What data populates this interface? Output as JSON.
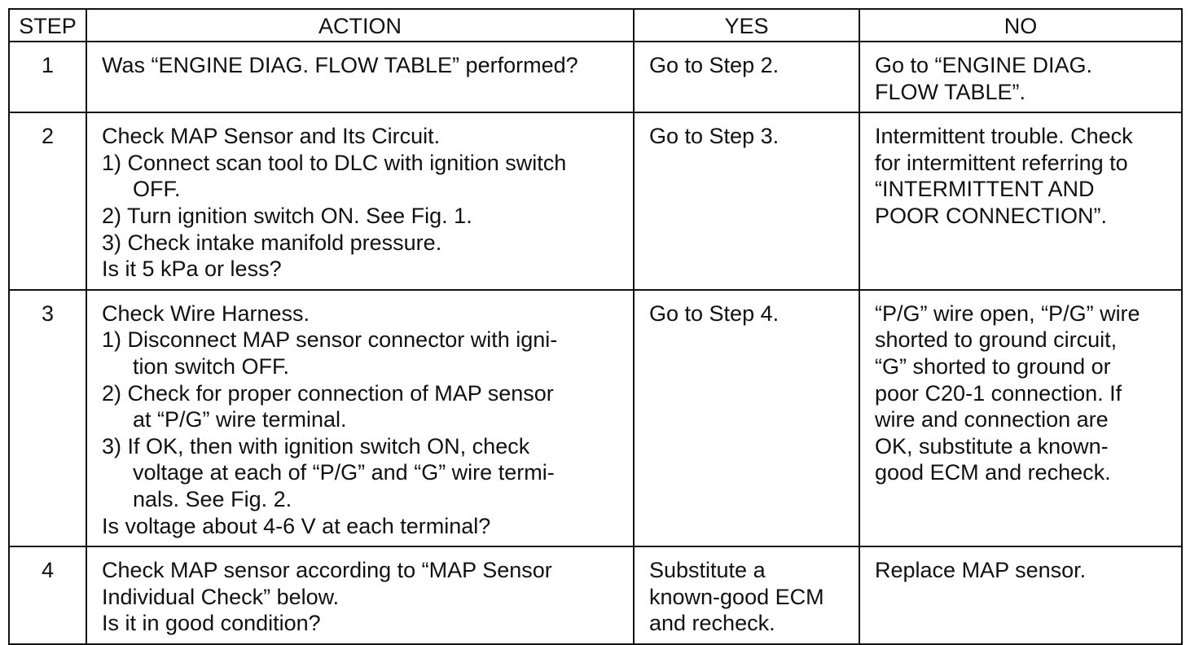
{
  "table": {
    "headers": {
      "step": "STEP",
      "action": "ACTION",
      "yes": "YES",
      "no": "NO"
    },
    "rows": [
      {
        "step": "1",
        "action": [
          {
            "kind": "text",
            "text": "Was “ENGINE DIAG. FLOW TABLE” performed?"
          }
        ],
        "yes": [
          "Go to Step 2."
        ],
        "no": [
          "Go to “ENGINE DIAG.",
          "FLOW TABLE”."
        ]
      },
      {
        "step": "2",
        "action": [
          {
            "kind": "text",
            "text": "Check MAP Sensor and Its Circuit."
          },
          {
            "kind": "sub",
            "text": "1)  Connect scan tool to DLC with ignition switch"
          },
          {
            "kind": "cont",
            "text": "OFF."
          },
          {
            "kind": "sub",
            "text": "2)  Turn ignition switch ON. See Fig. 1."
          },
          {
            "kind": "sub",
            "text": "3)  Check intake manifold pressure."
          },
          {
            "kind": "text",
            "text": "Is it 5 kPa or less?"
          }
        ],
        "yes": [
          "Go to Step 3."
        ],
        "no": [
          "Intermittent trouble. Check",
          "for intermittent referring to",
          "“INTERMITTENT AND",
          "POOR CONNECTION”."
        ]
      },
      {
        "step": "3",
        "action": [
          {
            "kind": "text",
            "text": "Check Wire Harness."
          },
          {
            "kind": "sub",
            "text": "1)  Disconnect MAP sensor connector with igni-"
          },
          {
            "kind": "cont",
            "text": "tion switch OFF."
          },
          {
            "kind": "sub",
            "text": "2)  Check for proper connection of MAP sensor"
          },
          {
            "kind": "cont",
            "text": "at “P/G” wire terminal."
          },
          {
            "kind": "sub",
            "text": "3)  If OK, then with ignition switch ON, check"
          },
          {
            "kind": "cont",
            "text": "voltage at each of “P/G” and “G” wire termi-"
          },
          {
            "kind": "cont",
            "text": "nals. See Fig. 2."
          },
          {
            "kind": "text",
            "text": "Is voltage about 4-6 V at each terminal?"
          }
        ],
        "yes": [
          "Go to Step 4."
        ],
        "no": [
          "“P/G” wire open, “P/G” wire",
          "shorted to ground circuit,",
          "“G” shorted to ground or",
          "poor C20-1 connection. If",
          "wire and connection are",
          "OK, substitute a known-",
          "good ECM and recheck."
        ]
      },
      {
        "step": "4",
        "action": [
          {
            "kind": "text",
            "text": "Check MAP sensor according to “MAP Sensor"
          },
          {
            "kind": "text",
            "text": "Individual Check” below."
          },
          {
            "kind": "text",
            "text": "Is it in good condition?"
          }
        ],
        "yes": [
          "Substitute a",
          "known-good ECM",
          "and recheck."
        ],
        "no": [
          "Replace MAP sensor."
        ]
      }
    ]
  }
}
